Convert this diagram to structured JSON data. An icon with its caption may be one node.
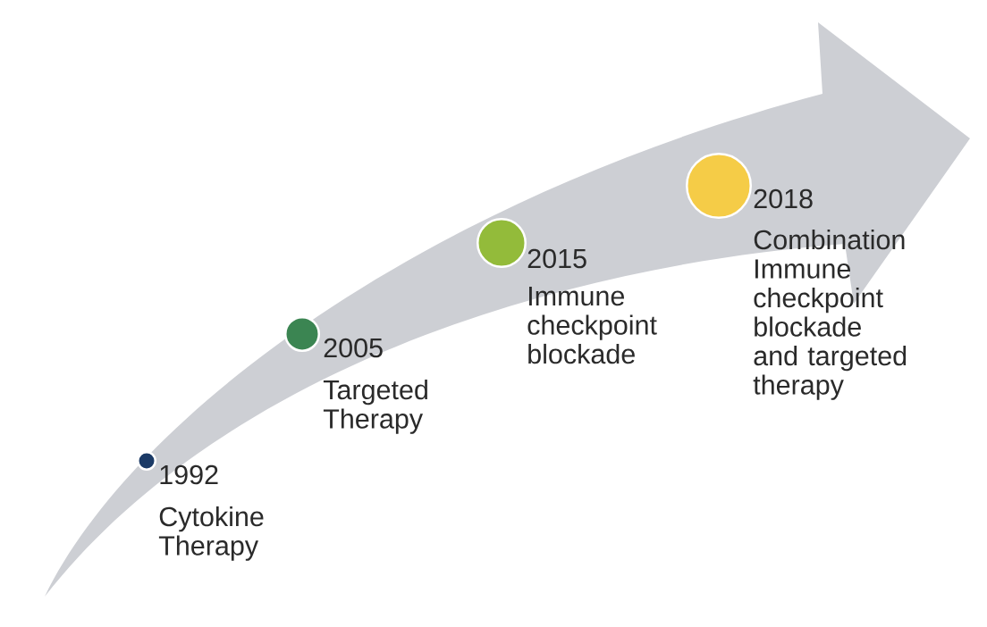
{
  "diagram": {
    "nodes": [
      {
        "text": [],
        "shape": "circle",
        "beside": [
          "1992",
          "Cytokine Therapy"
        ]
      },
      {
        "text": [],
        "shape": "circle",
        "beside": [
          "2005",
          "Targeted Therapy"
        ]
      },
      {
        "text": [],
        "shape": "circle",
        "beside": [
          "2015",
          "Immune checkpoint blockade"
        ]
      },
      {
        "text": [],
        "shape": "circle",
        "beside": [
          "2018",
          "Combination Immune checkpoint blockade and targeted therapy"
        ]
      }
    ]
  }
}
